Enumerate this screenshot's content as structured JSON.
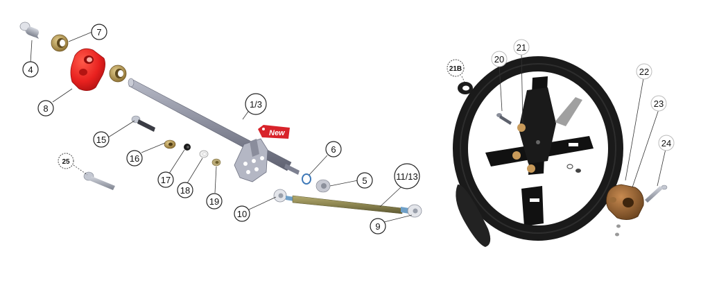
{
  "badge": {
    "label": "New",
    "color": "#d8232a"
  },
  "callouts": {
    "c1": "1/3",
    "c4": "4",
    "c5": "5",
    "c6": "6",
    "c7": "7",
    "c8": "8",
    "c9": "9",
    "c10": "10",
    "c11": "11/13",
    "c15": "15",
    "c16": "16",
    "c17": "17",
    "c18": "18",
    "c19": "19",
    "c20": "20",
    "c21": "21",
    "c21b": "21B",
    "c22": "22",
    "c23": "23",
    "c24": "24",
    "c25": "25"
  },
  "colors": {
    "steering_column": "#8a8d9c",
    "column_support": "#e8211f",
    "tie_rod": "#8c8550",
    "bushing": "#b79a58",
    "wheel_rim": "#1a1a1a",
    "wheel_spokes": "#111111",
    "hub": "#8a5a2b",
    "bolt": "#9aa0ab"
  }
}
